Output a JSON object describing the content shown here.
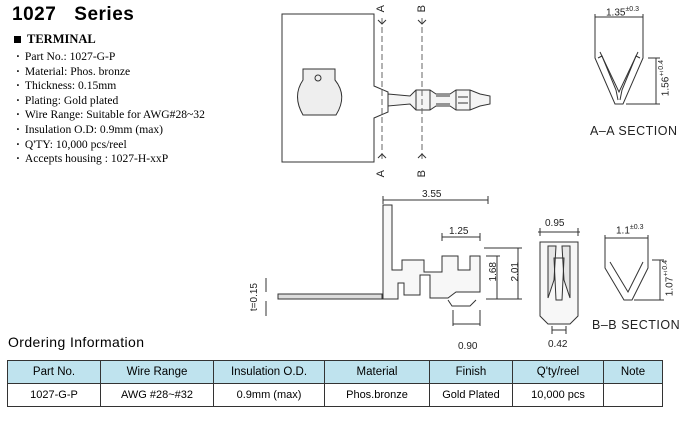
{
  "header": {
    "part": "1027",
    "series": "Series"
  },
  "section": {
    "title": "TERMINAL"
  },
  "specs": [
    "Part No.: 1027-G-P",
    "Material: Phos. bronze",
    "Thickness: 0.15mm",
    "Plating: Gold plated",
    "Wire Range: Suitable for AWG#28~32",
    "Insulation O.D: 0.9mm (max)",
    "Q'TY: 10,000 pcs/reel",
    "Accepts housing : 1027-H-xxP"
  ],
  "drawing": {
    "cut_a": "A",
    "cut_b": "B",
    "aa_width": "1.35",
    "aa_width_tol": "±0.3",
    "aa_height": "1.56",
    "aa_height_tol": "±0.4",
    "aa_section": "A–A SECTION",
    "len_total": "3.55",
    "len_part": "1.25",
    "thickness": "t=0.15",
    "h1": "1.68",
    "h2": "2.01",
    "bottom_left": "0.90",
    "side_width": "0.95",
    "side_bottom": "0.42",
    "bb_width": "1.1",
    "bb_width_tol": "±0.3",
    "bb_height": "1.07",
    "bb_height_tol": "±0.4",
    "bb_section": "B–B SECTION"
  },
  "ordering": {
    "title": "Ordering Information",
    "columns": [
      "Part No.",
      "Wire Range",
      "Insulation O.D.",
      "Material",
      "Finish",
      "Q'ty/reel",
      "Note"
    ],
    "rows": [
      [
        "1027-G-P",
        "AWG #28~#32",
        "0.9mm (max)",
        "Phos.bronze",
        "Gold Plated",
        "10,000 pcs",
        ""
      ]
    ]
  }
}
